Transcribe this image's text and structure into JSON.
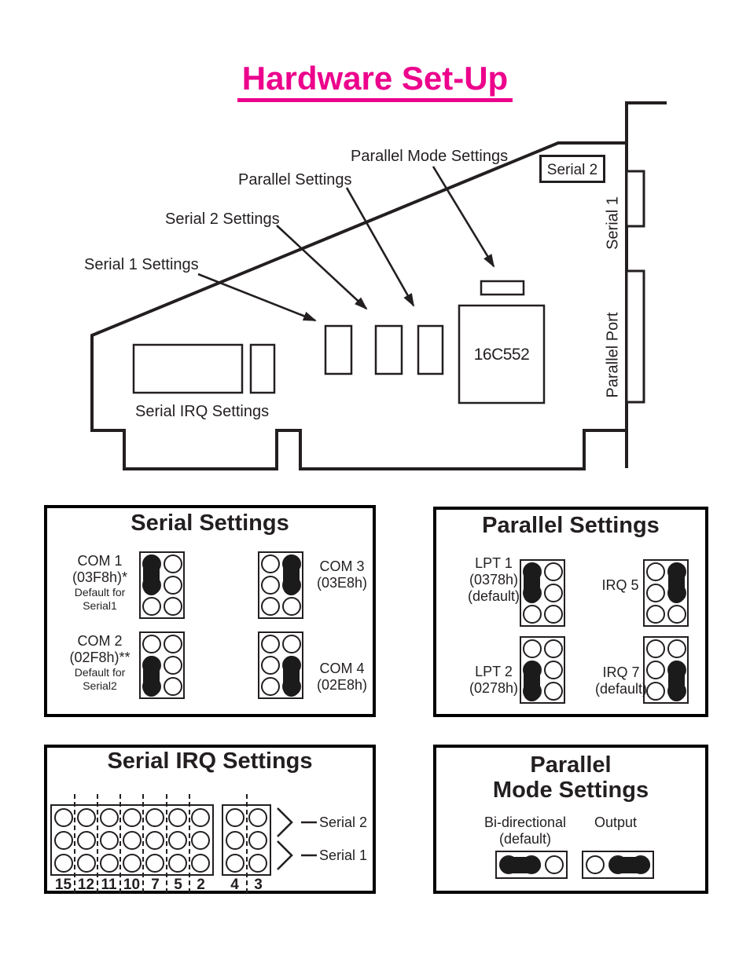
{
  "page": {
    "title": "Hardware Set-Up"
  },
  "colors": {
    "accent": "#EC008C",
    "ink": "#231F20"
  },
  "board": {
    "callouts": {
      "parallel_mode": "Parallel Mode Settings",
      "parallel": "Parallel Settings",
      "serial2": "Serial 2 Settings",
      "serial1": "Serial 1 Settings"
    },
    "serial2_port": "Serial 2",
    "serial1_port": "Serial 1",
    "parallel_port": "Parallel Port",
    "chip": "16C552",
    "irq_block_label": "Serial IRQ Settings"
  },
  "serial_settings": {
    "title": "Serial Settings",
    "items": [
      {
        "name": "COM 1",
        "address": "(03F8h)*",
        "note1": "Default for",
        "note2": "Serial1",
        "jumper": "left column, pins 1-2"
      },
      {
        "name": "COM 3",
        "address": "(03E8h)",
        "jumper": "right column, pins 1-2"
      },
      {
        "name": "COM 2",
        "address": "(02F8h)**",
        "note1": "Default for",
        "note2": "Serial2",
        "jumper": "left column, pins 2-3"
      },
      {
        "name": "COM 4",
        "address": "(02E8h)",
        "jumper": "right column, pins 2-3"
      }
    ]
  },
  "parallel_settings": {
    "title": "Parallel Settings",
    "items": [
      {
        "name": "LPT 1",
        "address": "(0378h)",
        "note": "(default)",
        "jumper": "left column, pins 1-2"
      },
      {
        "name": "IRQ 5",
        "jumper": "right column, pins 1-2"
      },
      {
        "name": "LPT 2",
        "address": "(0278h)",
        "jumper": "left column, pins 2-3"
      },
      {
        "name": "IRQ 7",
        "note": "(default)",
        "jumper": "right column, pins 2-3"
      }
    ]
  },
  "serial_irq_settings": {
    "title": "Serial IRQ Settings",
    "irq_numbers": [
      "15",
      "12",
      "11",
      "10",
      "7",
      "5",
      "2"
    ],
    "aux_numbers": [
      "4",
      "3"
    ],
    "row_labels": [
      "Serial 2",
      "Serial 1"
    ]
  },
  "parallel_mode_settings": {
    "title_line1": "Parallel",
    "title_line2": "Mode Settings",
    "options": [
      {
        "label": "Bi-directional",
        "note": "(default)",
        "jumper": "left two pins"
      },
      {
        "label": "Output",
        "jumper": "right two pins"
      }
    ]
  }
}
